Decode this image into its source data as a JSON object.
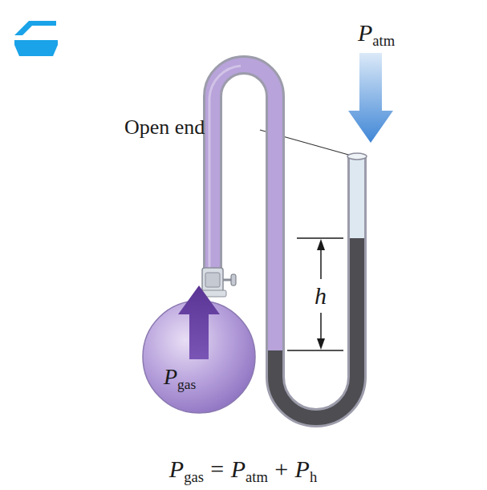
{
  "diagram": {
    "labels": [
      "P",
      "atm",
      "Open end",
      "h",
      "P",
      "gas",
      "P",
      "gas",
      "=",
      "P",
      "atm",
      "+",
      "P",
      "h"
    ]
  }
}
